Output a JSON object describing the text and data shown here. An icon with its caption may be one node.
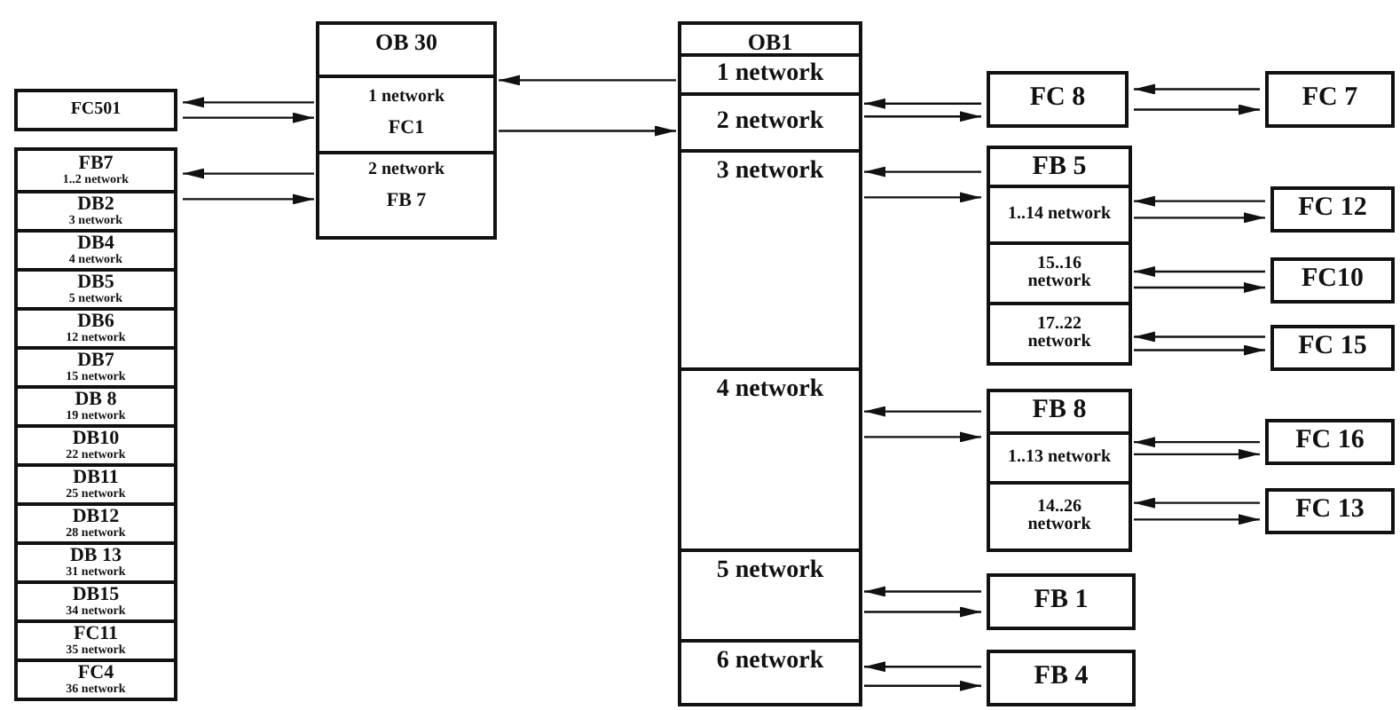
{
  "diagram": {
    "nodes": [
      {
        "text": [
          "FC501"
        ]
      },
      {
        "text": [],
        "shape": "box"
      },
      {
        "text": [
          "FB7",
          "1..2 network"
        ],
        "in": 1
      },
      {
        "text": [
          "DB2",
          "3 network"
        ],
        "in": 1
      },
      {
        "text": [
          "DB4",
          "4 network"
        ],
        "in": 1
      },
      {
        "text": [
          "DB5",
          "5 network"
        ],
        "in": 1
      },
      {
        "text": [
          "DB6",
          "12 network"
        ],
        "in": 1
      },
      {
        "text": [
          "DB7",
          "15 network"
        ],
        "in": 1
      },
      {
        "text": [
          "DB 8",
          "19 network"
        ],
        "in": 1
      },
      {
        "text": [
          "DB10",
          "22 network"
        ],
        "in": 1
      },
      {
        "text": [
          "DB11",
          "25 network"
        ],
        "in": 1
      },
      {
        "text": [
          "DB12",
          "28 network"
        ],
        "in": 1
      },
      {
        "text": [
          "DB 13",
          "31 network"
        ],
        "in": 1
      },
      {
        "text": [
          "DB15",
          "34 network"
        ],
        "in": 1
      },
      {
        "text": [
          "FC11",
          "35 network"
        ],
        "in": 1
      },
      {
        "text": [
          "FC4",
          "36 network"
        ],
        "in": 1
      },
      {
        "text": [
          "OB 30"
        ]
      },
      {
        "text": [
          "1 network",
          "FC1"
        ],
        "in": 16
      },
      {
        "text": [
          "2 network",
          "FB 7"
        ],
        "in": 16
      },
      {
        "text": [
          "OB1"
        ]
      },
      {
        "text": [
          "1 network"
        ],
        "in": 19
      },
      {
        "text": [
          "2 network"
        ],
        "in": 19
      },
      {
        "text": [
          "3 network"
        ],
        "in": 19
      },
      {
        "text": [
          "4 network"
        ],
        "in": 19
      },
      {
        "text": [
          "5 network"
        ],
        "in": 19
      },
      {
        "text": [
          "6 network"
        ],
        "in": 19
      },
      {
        "text": [
          "FC 8"
        ]
      },
      {
        "text": [
          "FC 7"
        ]
      },
      {
        "text": [
          "FB 5"
        ]
      },
      {
        "text": [
          "1..14 network"
        ],
        "in": 28
      },
      {
        "text": [
          "15..16 network"
        ],
        "in": 28
      },
      {
        "text": [
          "17..22 network"
        ],
        "in": 28
      },
      {
        "text": [
          "FC 12"
        ]
      },
      {
        "text": [
          "FC10"
        ]
      },
      {
        "text": [
          "FC 15"
        ]
      },
      {
        "text": [
          "FB 8"
        ]
      },
      {
        "text": [
          "1..13 network"
        ],
        "in": 35
      },
      {
        "text": [
          "14..26 network"
        ],
        "in": 35
      },
      {
        "text": [
          "FC 16"
        ]
      },
      {
        "text": [
          "FC 13"
        ]
      },
      {
        "text": [
          "FB 1"
        ]
      },
      {
        "text": [
          "FB 4"
        ]
      }
    ],
    "edges": [
      {
        "from": 17,
        "to": 0,
        "arrow": "to"
      },
      {
        "from": 0,
        "to": 17,
        "arrow": "to"
      },
      {
        "from": 18,
        "to": 1,
        "arrow": "to"
      },
      {
        "from": 1,
        "to": 18,
        "arrow": "to"
      },
      {
        "from": 20,
        "to": 17,
        "arrow": "to"
      },
      {
        "from": 17,
        "to": 21,
        "arrow": "to"
      },
      {
        "from": 26,
        "to": 21,
        "arrow": "to"
      },
      {
        "from": 21,
        "to": 26,
        "arrow": "to"
      },
      {
        "from": 28,
        "to": 22,
        "arrow": "to"
      },
      {
        "from": 22,
        "to": 28,
        "arrow": "to"
      },
      {
        "from": 27,
        "to": 26,
        "arrow": "to"
      },
      {
        "from": 26,
        "to": 27,
        "arrow": "to"
      },
      {
        "from": 32,
        "to": 29,
        "arrow": "to"
      },
      {
        "from": 29,
        "to": 32,
        "arrow": "to"
      },
      {
        "from": 33,
        "to": 30,
        "arrow": "to"
      },
      {
        "from": 30,
        "to": 33,
        "arrow": "to"
      },
      {
        "from": 34,
        "to": 31,
        "arrow": "to"
      },
      {
        "from": 31,
        "to": 34,
        "arrow": "to"
      },
      {
        "from": 35,
        "to": 23,
        "arrow": "to"
      },
      {
        "from": 23,
        "to": 35,
        "arrow": "to"
      },
      {
        "from": 38,
        "to": 36,
        "arrow": "to"
      },
      {
        "from": 36,
        "to": 38,
        "arrow": "to"
      },
      {
        "from": 39,
        "to": 37,
        "arrow": "to"
      },
      {
        "from": 37,
        "to": 39,
        "arrow": "to"
      },
      {
        "from": 40,
        "to": 24,
        "arrow": "to"
      },
      {
        "from": 24,
        "to": 40,
        "arrow": "to"
      },
      {
        "from": 41,
        "to": 25,
        "arrow": "to"
      },
      {
        "from": 25,
        "to": 41,
        "arrow": "to"
      }
    ]
  }
}
